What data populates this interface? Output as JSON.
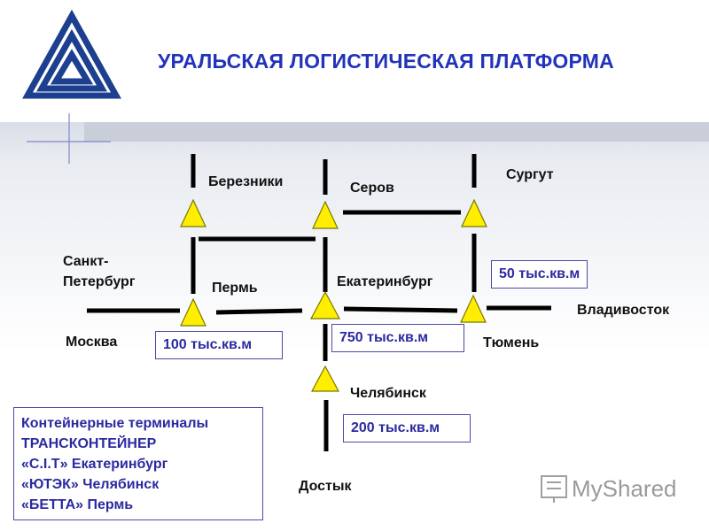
{
  "header": {
    "title": "УРАЛЬСКАЯ ЛОГИСТИЧЕСКАЯ ПЛАТФОРМА"
  },
  "colors": {
    "title": "#2233bb",
    "triangle_fill": "#ffee00",
    "triangle_stroke": "#777700",
    "lines": "#000000",
    "logo": "#1d3f8f"
  },
  "cities": {
    "berezniki": "Березники",
    "serov": "Серов",
    "surgut": "Сургут",
    "spb_line1": "Санкт-",
    "spb_line2": "Петербург",
    "perm": "Пермь",
    "ekaterinburg": "Екатеринбург",
    "vladivostok": "Владивосток",
    "moskva": "Москва",
    "tyumen": "Тюмень",
    "chelyabinsk": "Челябинск",
    "dostyk": "Достык"
  },
  "areas": {
    "tyumen": "50 тыс.кв.м",
    "perm": "100 тыс.кв.м",
    "ekaterinburg": "750 тыс.кв.м",
    "chelyabinsk": "200 тыс.кв.м"
  },
  "legend": {
    "items": [
      "Контейнерные терминалы",
      "ТРАНСКОНТЕЙНЕР",
      "«С.I.T» Екатеринбург",
      "«ЮТЭК» Челябинск",
      "«БЕТТА» Пермь"
    ]
  },
  "watermark": "MyShared"
}
